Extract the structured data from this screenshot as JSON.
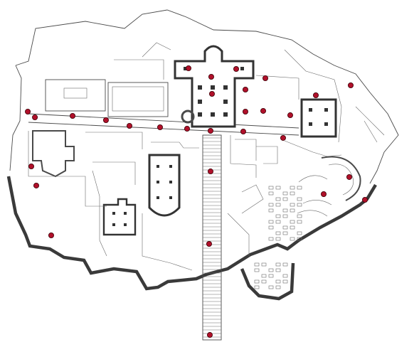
{
  "colors": {
    "marker": "#b0102a",
    "ink": "#3c3c3c",
    "paper": "#ffffff"
  },
  "markers": [
    {
      "id": "m1",
      "x": 0.0663,
      "y": 0.3217
    },
    {
      "id": "m2",
      "x": 0.0833,
      "y": 0.3381
    },
    {
      "id": "m3",
      "x": 0.1732,
      "y": 0.334
    },
    {
      "id": "m4",
      "x": 0.2529,
      "y": 0.3463
    },
    {
      "id": "m5",
      "x": 0.309,
      "y": 0.3627
    },
    {
      "id": "m6",
      "x": 0.382,
      "y": 0.3668
    },
    {
      "id": "m7",
      "x": 0.4465,
      "y": 0.3709
    },
    {
      "id": "m8",
      "x": 0.5025,
      "y": 0.377
    },
    {
      "id": "m9",
      "x": 0.5806,
      "y": 0.3791
    },
    {
      "id": "m10",
      "x": 0.6757,
      "y": 0.3975
    },
    {
      "id": "m11",
      "x": 0.4499,
      "y": 0.1967
    },
    {
      "id": "m12",
      "x": 0.5042,
      "y": 0.2213
    },
    {
      "id": "m13",
      "x": 0.5637,
      "y": 0.1988
    },
    {
      "id": "m14",
      "x": 0.5857,
      "y": 0.2582
    },
    {
      "id": "m15",
      "x": 0.5059,
      "y": 0.2705
    },
    {
      "id": "m16",
      "x": 0.6333,
      "y": 0.2254
    },
    {
      "id": "m17",
      "x": 0.5857,
      "y": 0.3217
    },
    {
      "id": "m18",
      "x": 0.6282,
      "y": 0.3196
    },
    {
      "id": "m19",
      "x": 0.6927,
      "y": 0.332
    },
    {
      "id": "m20",
      "x": 0.7538,
      "y": 0.2746
    },
    {
      "id": "m21",
      "x": 0.837,
      "y": 0.2459
    },
    {
      "id": "m22",
      "x": 0.8336,
      "y": 0.5102
    },
    {
      "id": "m23",
      "x": 0.7725,
      "y": 0.5594
    },
    {
      "id": "m24",
      "x": 0.871,
      "y": 0.5758
    },
    {
      "id": "m25",
      "x": 0.0747,
      "y": 0.4795
    },
    {
      "id": "m26",
      "x": 0.0866,
      "y": 0.5348
    },
    {
      "id": "m27",
      "x": 0.1222,
      "y": 0.6783
    },
    {
      "id": "m28",
      "x": 0.5025,
      "y": 0.4939
    },
    {
      "id": "m29",
      "x": 0.4991,
      "y": 0.7029
    },
    {
      "id": "m30",
      "x": 0.5008,
      "y": 0.9652
    }
  ]
}
